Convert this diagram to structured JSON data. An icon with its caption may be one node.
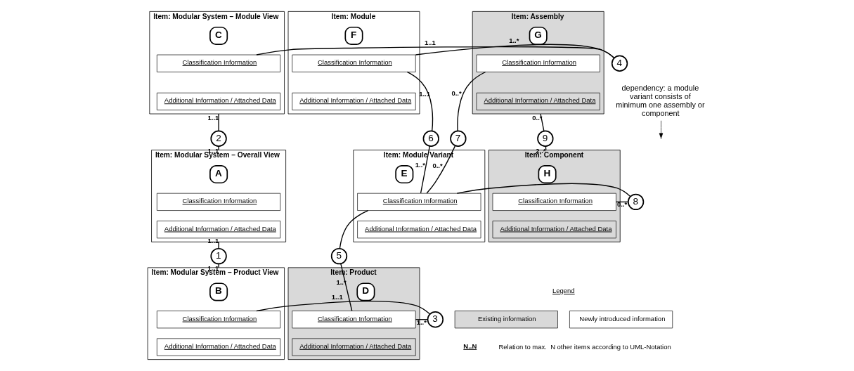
{
  "diagram": {
    "nodes": [
      {
        "text": [
          "Item: Modular System – Module View"
        ]
      },
      {
        "text": [
          "C"
        ],
        "in": 0
      },
      {
        "text": [
          "Classification Information"
        ],
        "in": 0
      },
      {
        "text": [
          "Additional Information / Attached Data"
        ],
        "in": 0
      },
      {
        "text": [
          "Item: Module"
        ]
      },
      {
        "text": [
          "F"
        ],
        "in": 4
      },
      {
        "text": [
          "Classification Information"
        ],
        "in": 4
      },
      {
        "text": [
          "Additional Information / Attached Data"
        ],
        "in": 4
      },
      {
        "text": [
          "4"
        ]
      },
      {
        "text": [
          "Item: Assembly"
        ]
      },
      {
        "text": [
          "G"
        ],
        "in": 9
      },
      {
        "text": [
          "Classification Information"
        ],
        "in": 9
      },
      {
        "text": [
          "Additional Information / Attached Data"
        ],
        "in": 9
      },
      {
        "text": [
          "dependency: a module variant consists of minimum one assembly or component"
        ]
      },
      {
        "text": [
          "7"
        ]
      },
      {
        "text": [
          "2"
        ]
      },
      {
        "text": [
          "Item: Modular System – Overall View"
        ]
      },
      {
        "text": [
          "A"
        ],
        "in": 16
      },
      {
        "text": [
          "Classification Information"
        ],
        "in": 16
      },
      {
        "text": [
          "Additional Information / Attached Data"
        ],
        "in": 16
      },
      {
        "text": [
          "6"
        ]
      },
      {
        "text": [
          "9"
        ]
      },
      {
        "text": [
          "Item: Module Variant"
        ]
      },
      {
        "text": [
          "E"
        ],
        "in": 22
      },
      {
        "text": [
          "Classification Information"
        ],
        "in": 22
      },
      {
        "text": [
          "Additional Information / Attached Data"
        ],
        "in": 22
      },
      {
        "text": [
          "Item: Component"
        ]
      },
      {
        "text": [
          "H"
        ],
        "in": 26
      },
      {
        "text": [
          "Classification Information"
        ],
        "in": 26
      },
      {
        "text": [
          "Additional Information / Attached Data"
        ],
        "in": 26
      },
      {
        "text": [
          "8"
        ]
      },
      {
        "text": [
          "1"
        ]
      },
      {
        "text": [
          "5"
        ]
      },
      {
        "text": [
          "Item: Modular System – Product View"
        ]
      },
      {
        "text": [
          "B"
        ],
        "in": 33
      },
      {
        "text": [
          "Classification Information"
        ],
        "in": 33
      },
      {
        "text": [
          "Additional Information / Attached Data"
        ],
        "in": 33
      },
      {
        "text": [
          "3"
        ]
      },
      {
        "text": [
          "Item: Product"
        ]
      },
      {
        "text": [
          "D"
        ],
        "in": 38
      },
      {
        "text": [
          "Classification Information"
        ],
        "in": 38
      },
      {
        "text": [
          "Additional Information / Attached Data"
        ],
        "in": 38
      }
    ],
    "edges": [
      {
        "from": 2,
        "to": 8,
        "arrow": "none",
        "label": "1..1"
      },
      {
        "from": 8,
        "to": 6,
        "arrow": "none",
        "label": "1..*"
      },
      {
        "from": 0,
        "to": 15,
        "arrow": "none",
        "label": "1..1"
      },
      {
        "from": 15,
        "to": 16,
        "arrow": "none",
        "label": "1..1"
      },
      {
        "from": 16,
        "to": 31,
        "arrow": "none",
        "label": "1..1"
      },
      {
        "from": 31,
        "to": 33,
        "arrow": "none",
        "label": "1..1"
      },
      {
        "from": 35,
        "to": 37,
        "arrow": "none",
        "label": "1..1"
      },
      {
        "from": 37,
        "to": 40,
        "arrow": "none",
        "label": "1..*"
      },
      {
        "from": 6,
        "to": 20,
        "arrow": "none",
        "label": "1..1"
      },
      {
        "from": 20,
        "to": 24,
        "arrow": "none",
        "label": "1..*"
      },
      {
        "from": 24,
        "to": 32,
        "arrow": "none"
      },
      {
        "from": 32,
        "to": 40,
        "arrow": "none",
        "label": "1..*"
      },
      {
        "from": 24,
        "to": 14,
        "arrow": "none",
        "label": "0..*"
      },
      {
        "from": 14,
        "to": 11,
        "arrow": "none",
        "label": "0..*"
      },
      {
        "from": 24,
        "to": 30,
        "arrow": "none"
      },
      {
        "from": 30,
        "to": 28,
        "arrow": "none",
        "label": "0..*"
      },
      {
        "from": 9,
        "to": 21,
        "arrow": "none",
        "label": "0..*"
      },
      {
        "from": 21,
        "to": 26,
        "arrow": "none",
        "label": "2..*"
      },
      {
        "from": 13,
        "to": null,
        "arrow": "to"
      }
    ],
    "labels": [
      "Legend",
      "N..N",
      "Relation to max.  N other items according to UML-Notation"
    ],
    "legend": [
      {
        "text": "Existing information",
        "color": "#d9d9d9"
      },
      {
        "text": "Newly introduced information",
        "color": "#ffffff"
      }
    ]
  }
}
